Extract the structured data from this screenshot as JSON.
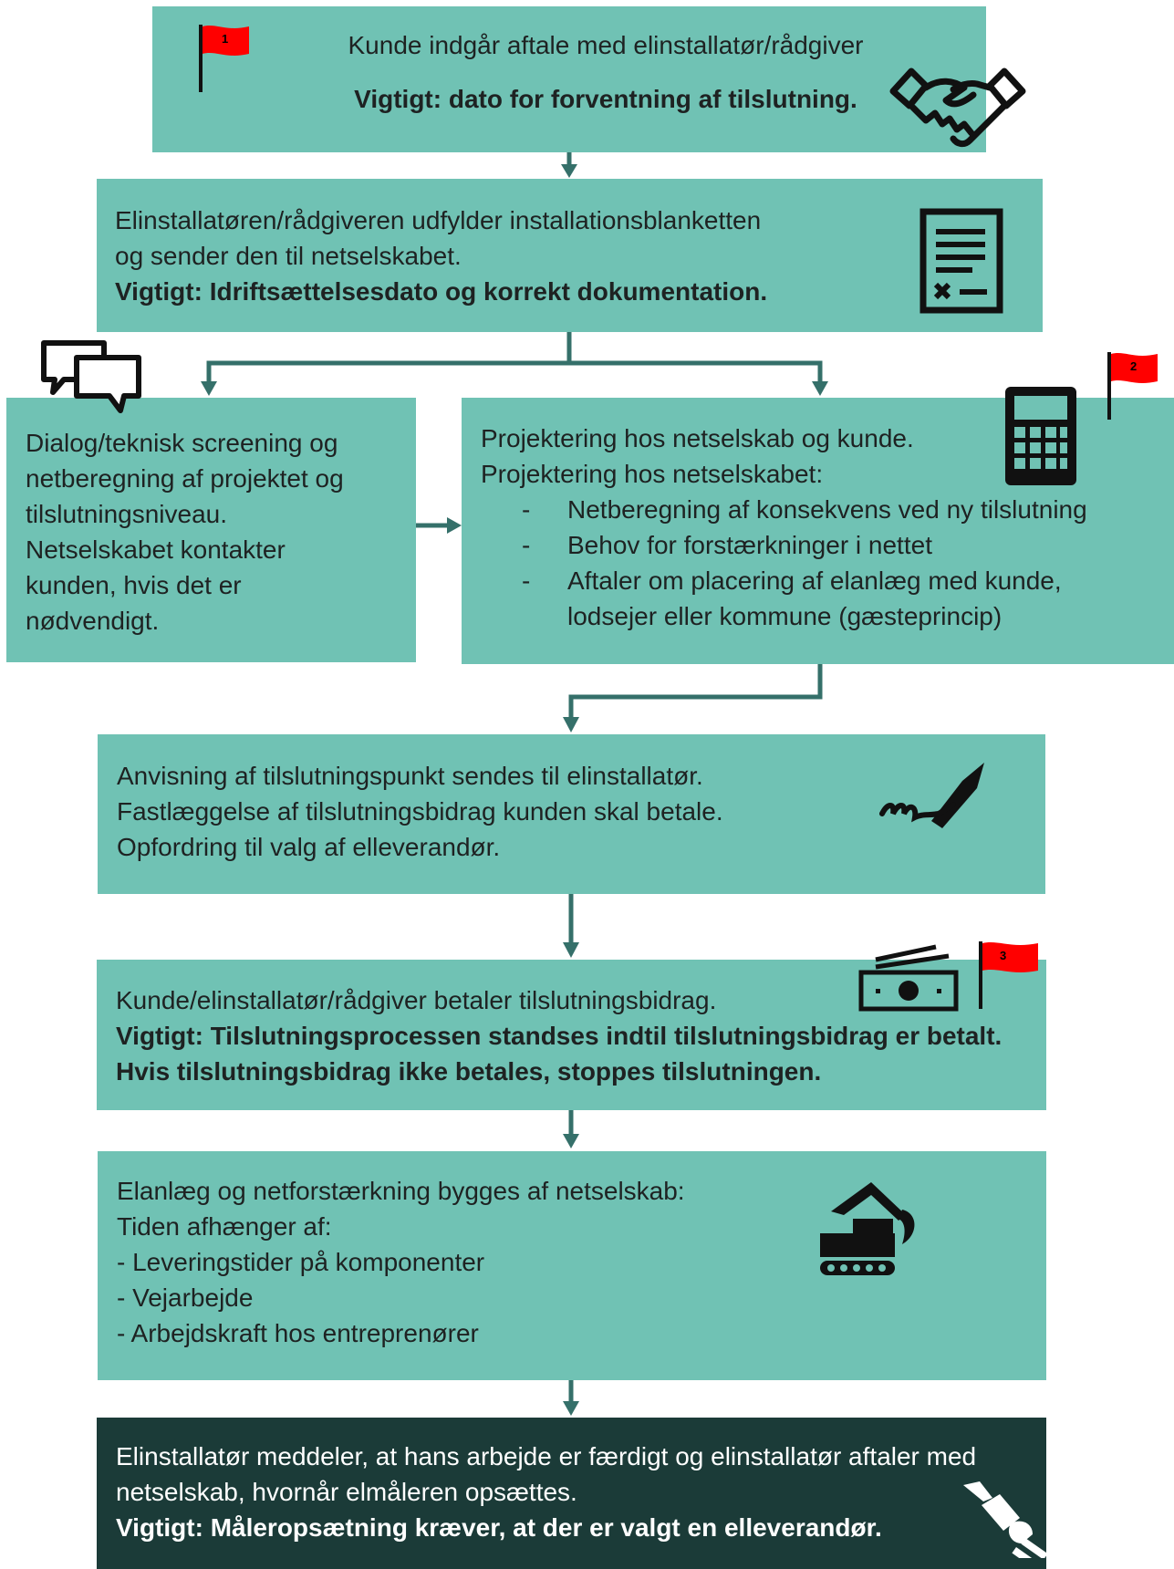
{
  "colors": {
    "box": "#70c2b4",
    "box_dark": "#1b3b38",
    "arrow": "#35706a",
    "flag": "#ff0000"
  },
  "steps": {
    "s1": {
      "line1": "Kunde indgår aftale med elinstallatør/rådgiver",
      "bold": "Vigtigt: dato for forventning af tilslutning.",
      "icon": "handshake-icon",
      "flag": "1"
    },
    "s2": {
      "line1": "Elinstallatøren/rådgiveren udfylder installationsblanketten",
      "line2": "og sender den til netselskabet.",
      "bold": "Vigtigt: Idriftsættelsesdato og korrekt dokumentation.",
      "icon": "document-signature-icon"
    },
    "s3a": {
      "lines": [
        "Dialog/teknisk screening og",
        "netberegning af projektet og",
        "tilslutningsniveau.",
        "Netselskabet kontakter",
        "kunden, hvis det er",
        "nødvendigt."
      ],
      "icon": "chat-bubbles-icon"
    },
    "s3b": {
      "line1": "Projektering hos netselskab og kunde.",
      "line2": "Projektering hos netselskabet:",
      "bullets": [
        "Netberegning af konsekvens ved ny tilslutning",
        "Behov for forstærkninger i nettet",
        "Aftaler om placering af elanlæg med kunde, lodsejer eller kommune (gæsteprincip)"
      ],
      "icon": "calculator-icon",
      "flag": "2"
    },
    "s4": {
      "lines": [
        "Anvisning af tilslutningspunkt sendes til elinstallatør.",
        "Fastlæggelse af tilslutningsbidrag kunden skal betale.",
        "Opfordring til valg af elleverandør."
      ],
      "icon": "pen-signature-icon"
    },
    "s5": {
      "line1": "Kunde/elinstallatør/rådgiver betaler tilslutningsbidrag.",
      "bold1": "Vigtigt: Tilslutningsprocessen standses indtil tilslutningsbidrag er betalt.",
      "bold2": "Hvis tilslutningsbidrag ikke betales, stoppes tilslutningen.",
      "icon": "money-icon",
      "flag": "3"
    },
    "s6": {
      "lines": [
        "Elanlæg og netforstærkning bygges af netselskab:",
        "Tiden afhænger af:",
        "- Leveringstider på komponenter",
        "- Vejarbejde",
        "- Arbejdskraft hos entreprenører"
      ],
      "icon": "excavator-icon"
    },
    "s7": {
      "line1": "Elinstallatør meddeler, at hans arbejde er færdigt og elinstallatør aftaler med",
      "line2": "netselskab, hvornår elmåleren opsættes.",
      "bold": "Vigtigt: Måleropsætning kræver, at der er valgt en elleverandør.",
      "icon": "plug-icon"
    }
  }
}
